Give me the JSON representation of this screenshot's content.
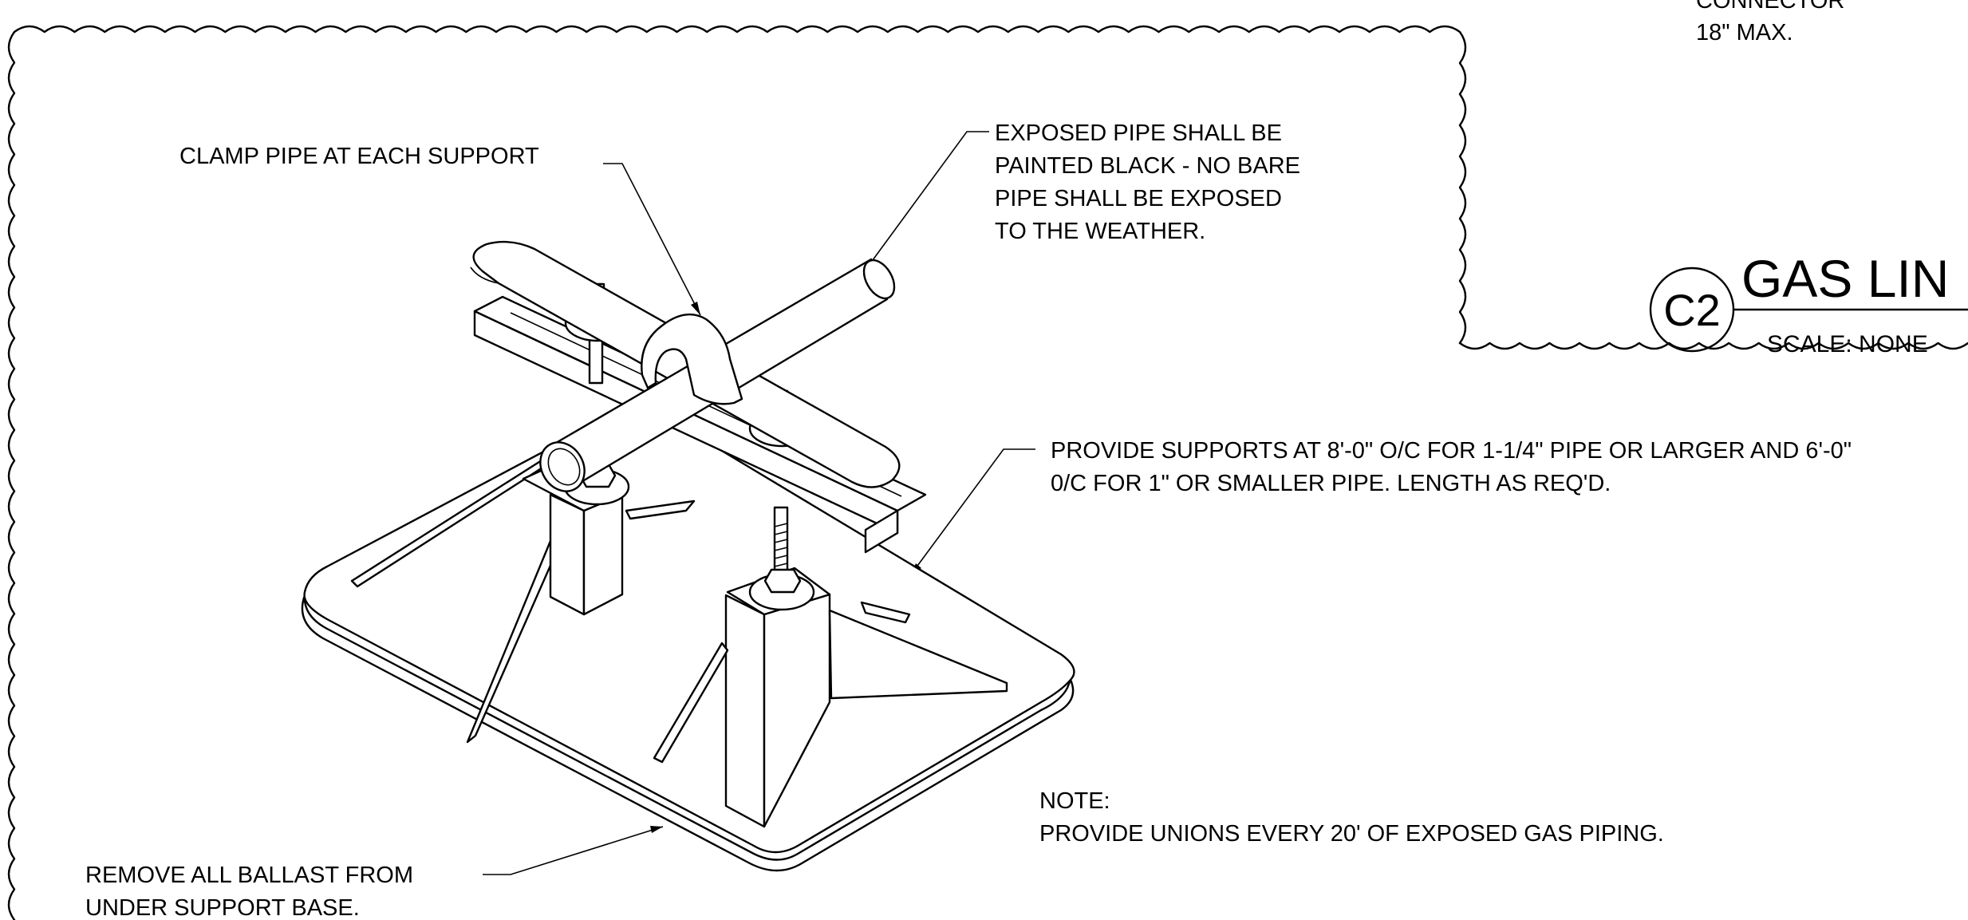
{
  "partial_note": {
    "line1": "CONNECTOR",
    "line2": "18\" MAX."
  },
  "callouts": {
    "clamp": "CLAMP PIPE AT EACH SUPPORT",
    "exposed": [
      "EXPOSED PIPE SHALL BE",
      "PAINTED BLACK - NO BARE",
      "PIPE SHALL BE EXPOSED",
      "TO THE WEATHER."
    ],
    "supports": [
      "PROVIDE SUPPORTS AT 8'-0\" O/C FOR 1-1/4\" PIPE OR LARGER AND 6'-0\"",
      "0/C FOR 1\" OR SMALLER PIPE. LENGTH AS REQ'D."
    ],
    "ballast": [
      "REMOVE ALL BALLAST FROM",
      "UNDER SUPPORT BASE."
    ],
    "note_heading": "NOTE:",
    "note_text": "PROVIDE UNIONS EVERY 20' OF EXPOSED GAS PIPING."
  },
  "detail_tag": {
    "id": "C2",
    "title": "GAS LIN",
    "scale": "SCALE: NONE"
  }
}
